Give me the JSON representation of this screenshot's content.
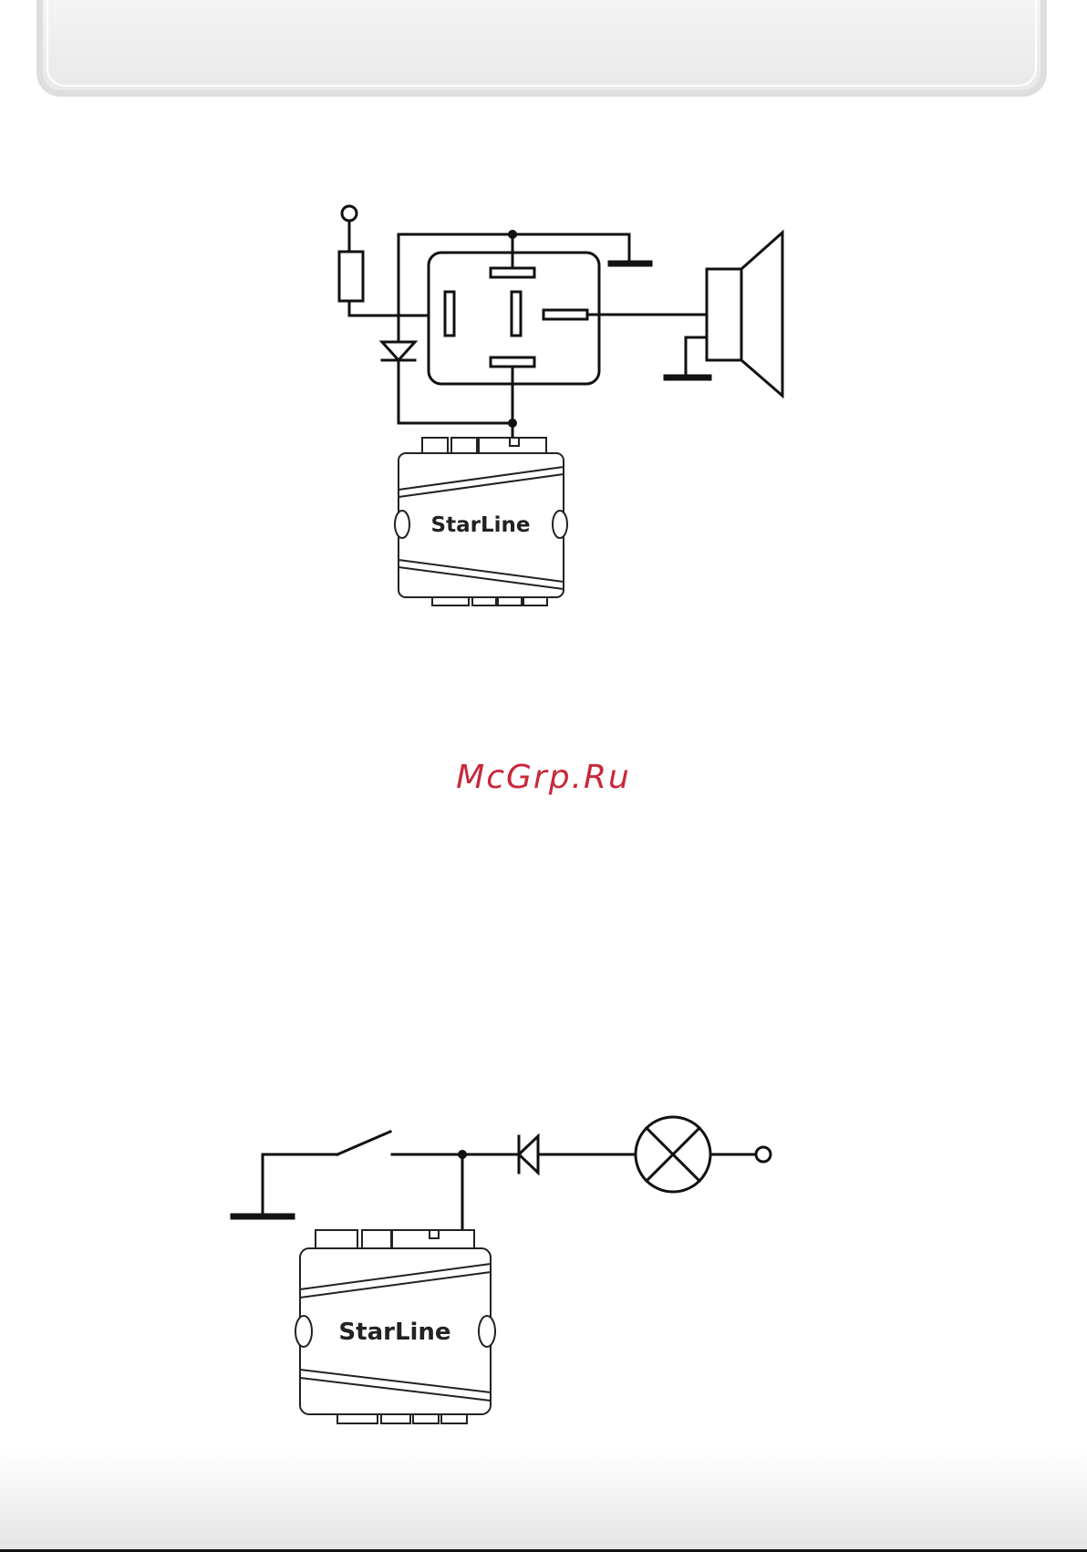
{
  "diagram1": {
    "unit_brand": "StarLine"
  },
  "watermark": "McGrp.Ru",
  "diagram2": {
    "unit_brand": "StarLine"
  }
}
